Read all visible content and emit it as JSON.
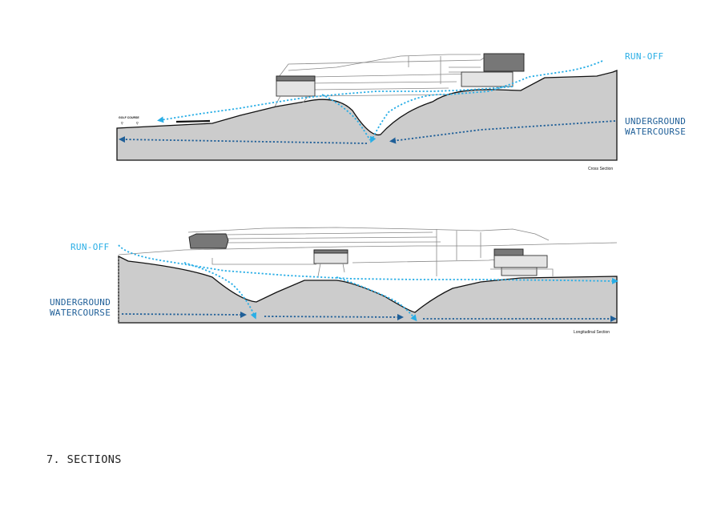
{
  "page_title": "7. SECTIONS",
  "colors": {
    "runoff": "#29aee6",
    "underground": "#1f5f98",
    "ground": "#cccccc"
  },
  "cross_section": {
    "caption": "Cross Section",
    "golf_label": "GOLF COURSE",
    "runoff_label": "RUN-OFF",
    "underground_label_1": "UNDERGROUND",
    "underground_label_2": "WATERCOURSE"
  },
  "longitudinal_section": {
    "caption": "Longitudinal Section",
    "runoff_label": "RUN-OFF",
    "underground_label_1": "UNDERGROUND",
    "underground_label_2": "WATERCOURSE"
  }
}
